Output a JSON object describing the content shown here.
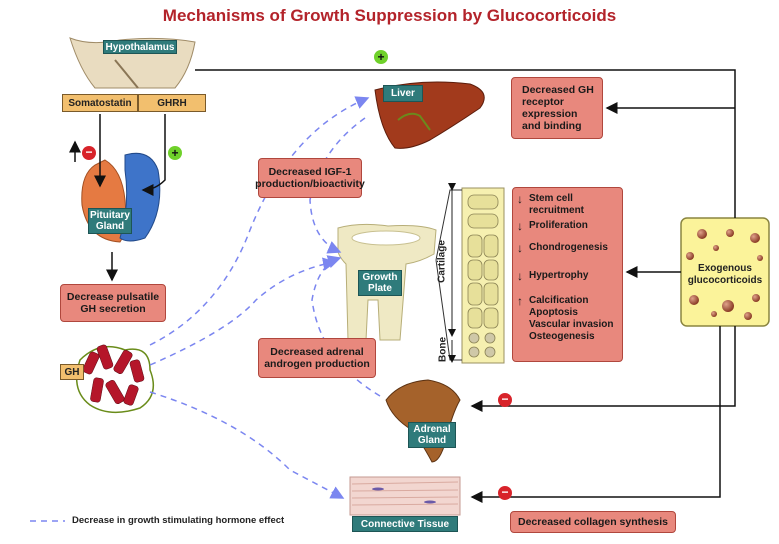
{
  "title": "Mechanisms of Growth Suppression by Glucocorticoids",
  "labels": {
    "hypothalamus": "Hypothalamus",
    "somatostatin": "Somatostatin",
    "ghrh": "GHRH",
    "pituitary": "Pituitary Gland",
    "gh": "GH",
    "liver": "Liver",
    "growth_plate": "Growth Plate",
    "adrenal": "Adrenal Gland",
    "connective": "Connective Tissue",
    "exogenous": "Exogenous glucocorticoids",
    "cartilage": "Cartilage",
    "bone": "Bone"
  },
  "boxes": {
    "pulsatile": "Decrease pulsatile GH secretion",
    "gh_receptor": "Decreased GH receptor expression and binding",
    "igf1": "Decreased IGF-1 production/bioactivity",
    "adrenal_androgen": "Decreased adrenal androgen production",
    "collagen": "Decreased collagen synthesis"
  },
  "effects": [
    {
      "arrow": "down",
      "text": "Stem cell recruitment"
    },
    {
      "arrow": "down",
      "text": "Proliferation"
    },
    {
      "arrow": "down",
      "text": "Chondrogenesis"
    },
    {
      "arrow": "down",
      "text": "Hypertrophy"
    },
    {
      "arrow": "up",
      "text": "Calcification Apoptosis Vascular invasion Osteogenesis"
    }
  ],
  "signs": {
    "plus": "+",
    "minus": "−"
  },
  "legend": "Decrease in growth stimulating hormone effect",
  "colors": {
    "title": "#b3232a",
    "box": "#e8887d",
    "teal": "#2f7b7b",
    "dashed": "#7b86f0",
    "exogenous": "#fbf39a"
  }
}
